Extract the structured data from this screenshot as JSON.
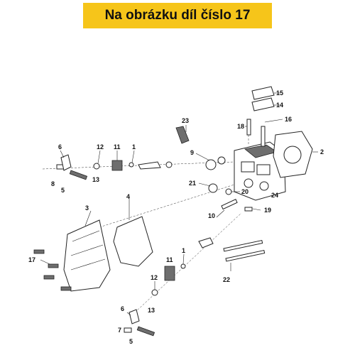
{
  "title": "Na obrázku díl číslo 17",
  "labels": [
    "1",
    "1",
    "2",
    "3",
    "4",
    "5",
    "5",
    "6",
    "6",
    "7",
    "8",
    "9",
    "10",
    "11",
    "11",
    "12",
    "12",
    "13",
    "13",
    "14",
    "15",
    "16",
    "17",
    "18",
    "19",
    "20",
    "21",
    "22",
    "23",
    "24"
  ]
}
